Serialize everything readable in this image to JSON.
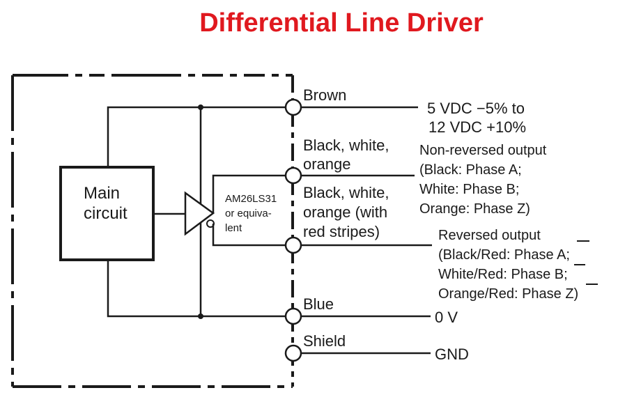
{
  "title": "Differential Line Driver",
  "colors": {
    "title": "#e0191f",
    "ink": "#1a1a1a",
    "background": "#ffffff"
  },
  "main_circuit": {
    "line1": "Main",
    "line2": "circuit"
  },
  "driver": {
    "line1": "AM26LS31",
    "line2": "or equiva-",
    "line3": "lent"
  },
  "terminals": {
    "brown": "Brown",
    "noninv_line1": "Black, white,",
    "noninv_line2": "orange",
    "inv_line1": "Black, white,",
    "inv_line2": "orange (with",
    "inv_line3": "red stripes)",
    "blue": "Blue",
    "shield": "Shield"
  },
  "supply": {
    "line1": "5 VDC −5% to",
    "line2": "12 VDC +10%"
  },
  "nonreversed": {
    "line1": "Non-reversed output",
    "line2": "(Black: Phase A;",
    "line3": "White: Phase B;",
    "line4": "Orange: Phase Z)"
  },
  "reversed": {
    "line1": "Reversed output",
    "line2": "(Black/Red: Phase A;",
    "line3": "White/Red: Phase B;",
    "line4": "Orange/Red: Phase Z)"
  },
  "zero_v": "0 V",
  "gnd": "GND"
}
